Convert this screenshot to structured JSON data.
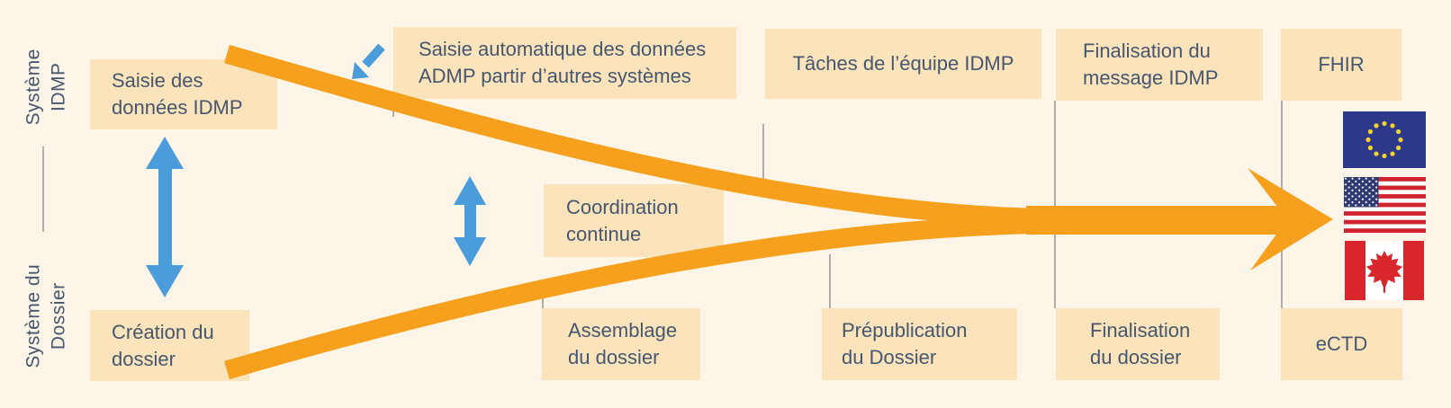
{
  "diagram": {
    "lane_top_label": "Système\nIDMP",
    "lane_bottom_label": "Système du\nDossier",
    "boxes": {
      "saisie_donnees": "Saisie des\ndonnées IDMP",
      "saisie_auto": "Saisie automatique des données\nADMP partir d’autres systèmes",
      "taches_equipe": "Tâches de l’équipe IDMP",
      "finalisation_message": "Finalisation du\nmessage IDMP",
      "fhir": "FHIR",
      "coordination": "Coordination\ncontinue",
      "creation_dossier": "Création du\ndossier",
      "assemblage": "Assemblage\ndu dossier",
      "prepublication": "Prépublication\ndu Dossier",
      "finalisation_dossier": "Finalisation\ndu dossier",
      "ectd": "eCTD"
    },
    "icons": {
      "flow_arrow": "converging-flow-arrow",
      "sync_arrow_left": "double-headed-arrow",
      "sync_arrow_middle": "double-headed-arrow",
      "input_arrow": "down-left-arrow",
      "flags": [
        "eu-flag",
        "us-flag",
        "canada-flag"
      ]
    },
    "colors": {
      "background": "#FCF5E8",
      "box_fill": "#FBE4BC",
      "text": "#47566F",
      "orange": "#F6A01E",
      "blue": "#4B9CDA",
      "divider": "#9B9B9B",
      "eu_blue": "#2D3A8C",
      "star_yellow": "#F5D327",
      "us_red": "#D0232E",
      "us_canton": "#303A72",
      "canada_red": "#D8262C"
    }
  }
}
